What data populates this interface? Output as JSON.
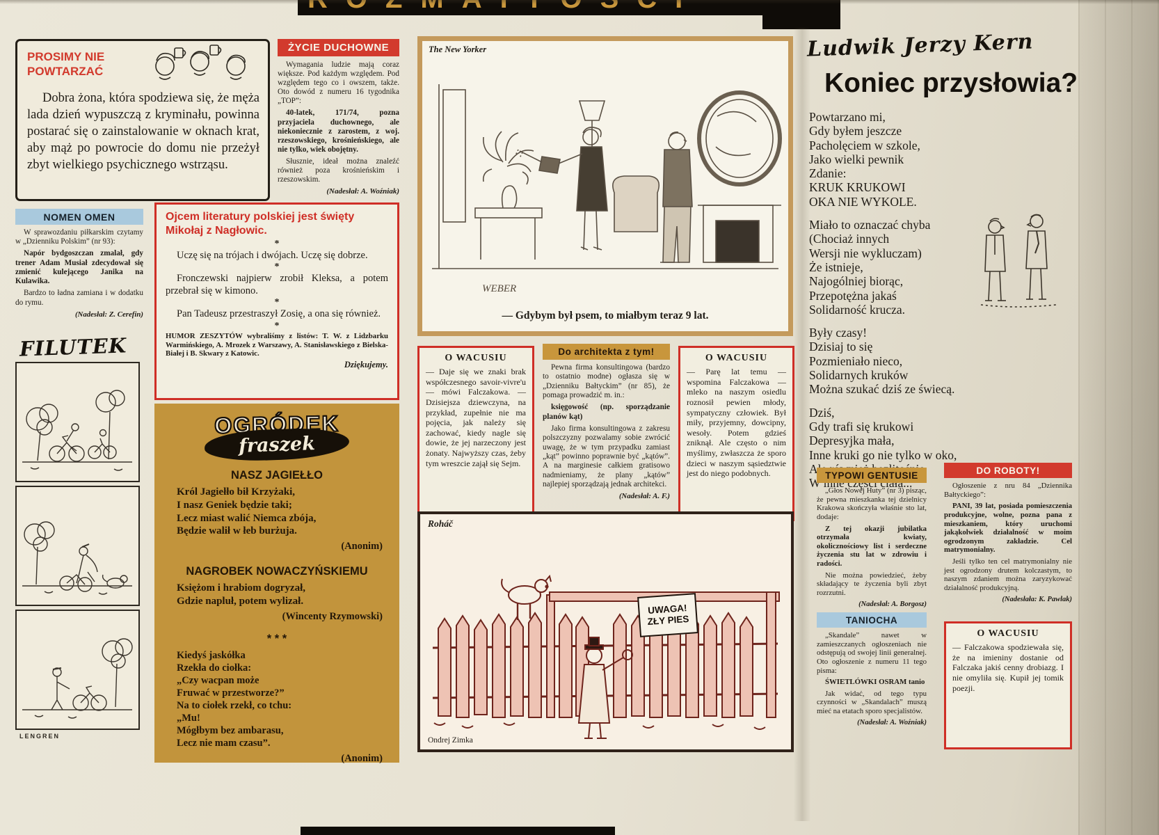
{
  "palette": {
    "red": "#d23a2d",
    "blue": "#a9c9dd",
    "gold": "#c8963c",
    "paper": "#e7e2d3",
    "fence_pink": "#eec3b4",
    "fence_line": "#6e241c"
  },
  "masthead": {
    "title": "ROZMAITOŚCI"
  },
  "prosimy": {
    "title1": "PROSIMY NIE",
    "title2": "POWTARZAĆ",
    "body": "Dobra żona, która spodziewa się, że męża lada dzień wypuszczą z kryminału, powinna postarać się o zainstalowanie w oknach krat, aby mąż po powrocie do domu nie przeżył zbyt wielkiego psychicznego wstrząsu."
  },
  "zycie": {
    "title": "ŻYCIE DUCHOWNE",
    "p1": "Wymagania ludzie mają coraz większe. Pod każdym względem. Pod względem tego co i owszem, także. Oto dowód z numeru 16 tygodnika „TOP”:",
    "p2": "40-latek, 171/74, pozna przyjaciela duchownego, ale niekoniecznie z zarostem, z woj. rzeszowskiego, krośnieńskiego, ale nie tylko, wiek obojętny.",
    "p3": "Słusznie, ideał można znaleźć również poza krośnieńskim i rzeszowskim.",
    "credit": "(Nadesłał: A. Woźniak)"
  },
  "newyorker": {
    "label": "The New Yorker",
    "caption": "— Gdybym był psem, to miałbym teraz 9 lat.",
    "artist": "WEBER"
  },
  "kern": {
    "byline": "Ludwik Jerzy Kern",
    "title": "Koniec przysłowia?",
    "stanzas": [
      [
        "Powtarzano mi,",
        "Gdy byłem jeszcze",
        "Pacholęciem w szkole,",
        "Jako wielki pewnik",
        "Zdanie:",
        "KRUK KRUKOWI",
        "OKA NIE WYKOLE."
      ],
      [
        "Miało to oznaczać chyba",
        "(Chociaż innych",
        "Wersji nie wykluczam)",
        "Że istnieje,",
        "Najogólniej biorąc,",
        "Przepotężna jakaś",
        "Solidarność krucza."
      ],
      [
        "Były czasy!",
        "Dzisiaj to się",
        "Pozmieniało nieco,",
        "Solidarnych kruków",
        "Można szukać dziś ze świecą."
      ],
      [
        "Dziś,",
        "Gdy trafi się krukowi",
        "Depresyjka mała,",
        "Inne kruki go nie tylko w oko,",
        "Ale również bezlitośnie",
        "W inne części ciała..."
      ]
    ]
  },
  "nomen": {
    "title": "NOMEN OMEN",
    "p1": "W sprawozdaniu piłkarskim czytamy w „Dzienniku Polskim” (nr 93):",
    "p2": "Napór bydgoszczan zmalał, gdy trener Adam Musiał zdecydował się zmienić kulejącego Janika na Kulawika.",
    "p3": "Bardzo to ładna zamiana i w dodatku do rymu.",
    "credit": "(Nadesłał: Z. Cerefin)"
  },
  "humor": {
    "lead": "Ojcem literatury polskiej jest święty Mikołaj z Nagłowic.",
    "separator": "*",
    "items": [
      "Uczę się na trójach i dwójach. Uczę się dobrze.",
      "Fronczewski najpierw zrobił Kleksa, a potem przebrał się w kimono.",
      "Pan Tadeusz przestraszył Zosię, a ona się również."
    ],
    "footer": "HUMOR ZESZYTÓW wybraliśmy z listów: T. W. z Lidzbarku Warmińskiego, A. Mrozek z Warszawy, A. Stanisławskiego z Bielska-Białej i B. Skwary z Katowic.",
    "thanks": "Dziękujemy."
  },
  "filutek": {
    "logo": "FILUTEK",
    "signature": "LENGREN"
  },
  "ogrodek": {
    "logo_top": "OGRÓDEK",
    "logo_bottom": "fraszek",
    "poems": [
      {
        "title": "NASZ JAGIEŁŁO",
        "lines": [
          "Król Jagiełło bił Krzyżaki,",
          "I nasz Geniek będzie taki;",
          "Lecz miast walić Niemca zbója,",
          "Będzie walił w łeb burżuja."
        ],
        "author": "(Anonim)"
      },
      {
        "title": "NAGROBEK  NOWACZYŃSKIEMU",
        "lines": [
          "Księżom i hrabiom dogryzał,",
          "Gdzie napluł, potem wylizał."
        ],
        "author": "(Wincenty Rzymowski)"
      },
      {
        "title": "*  *  *",
        "lines": [
          "Kiedyś jaskółka",
          "Rzekła do ciołka:",
          "„Czy wacpan może",
          "Fruwać w przestworze?”",
          "Na to ciołek rzekł, co tchu:",
          "„Mu!",
          "Mógłbym bez ambarasu,",
          "Lecz nie mam czasu”."
        ],
        "author": "(Anonim)"
      }
    ]
  },
  "wacus1": {
    "title": "O WACUSIU",
    "body": "— Daje się we znaki brak współczesnego savoir-vivre'u — mówi Falczakowa. — Dzisiejsza dziewczyna, na przykład, zupełnie nie ma pojęcia, jak należy się zachować, kiedy nagle się dowie, że jej narzeczony jest żonaty. Najwyższy czas, żeby tym wreszcie zajął się Sejm."
  },
  "architekt": {
    "title": "Do architekta z tym!",
    "p1": "Pewna firma konsultingowa (bardzo to ostatnio modne) ogłasza się w „Dzienniku Bałtyckim” (nr 85), że pomaga prowadzić m. in.:",
    "bold": "księgowość (np. sporządzanie planów kąt)",
    "p2": "Jako firma konsultingowa z zakresu polszczyzny pozwalamy sobie zwrócić uwagę, że w tym przypadku zamiast „kąt” powinno poprawnie być „kątów”. A na marginesie całkiem gratisowo nadmieniamy, że plany „kątów” najlepiej sporządzają jednak architekci.",
    "credit": "(Nadesłał: A. F.)"
  },
  "wacus2": {
    "title": "O WACUSIU",
    "body": "— Parę lat temu — wspomina Falczakowa — mleko na naszym osiedlu roznosił pewien młody, sympatyczny człowiek. Był miły, przyjemny, dowcipny, wesoły. Potem gdzieś zniknął. Ale często o nim myślimy, zwłaszcza że sporo dzieci w naszym sąsiedztwie jest do niego podobnych."
  },
  "zimka": {
    "label": "Roháč",
    "signature": "Ondrej Zimka",
    "sign_line1": "UWAGA!",
    "sign_line2": "ZŁY PIES"
  },
  "gentusie": {
    "title": "TYPOWI GENTUSIE",
    "p1": "„Głos Nowej Huty” (nr 3) pisząc, że pewna mieszkanka tej dzielnicy Krakowa skończyła właśnie sto lat, dodaje:",
    "bold": "Z tej okazji jubilatka otrzymała kwiaty, okolicznościowy list i serdeczne życzenia stu lat w zdrowiu i radości.",
    "p2": "Nie można powiedzieć, żeby składający te życzenia byli zbyt rozrzutni.",
    "credit": "(Nadesłał: A. Borgosz)"
  },
  "roboty": {
    "title": "DO ROBOTY!",
    "p1": "Ogłoszenie z nru 84 „Dziennika Bałtyckiego”:",
    "bold": "PANI, 39 lat, posiada pomieszczenia produkcyjne, wolne, pozna pana z mieszkaniem, który uruchomi jakąkolwiek działalność w moim ogrodzonym zakładzie. Cel matrymonialny.",
    "p2": "Jeśli tylko ten cel matrymonialny nie jest ogrodzony drutem kolczastym, to naszym zdaniem można zaryzykować działalność produkcyjną.",
    "credit": "(Nadesłała: K. Pawlak)"
  },
  "taniocha": {
    "title": "TANIOCHA",
    "p1": "„Skandale” nawet w zamieszczanych ogłoszeniach nie odstępują od swojej linii generalnej. Oto ogłoszenie z numeru 11 tego pisma:",
    "bold": "ŚWIETLÓWKI OSRAM tanio",
    "p2": "Jak widać, od tego typu czynności w „Skandalach” muszą mieć na etatach sporo specjalistów.",
    "credit": "(Nadesłał: A. Woźniak)"
  },
  "wacus3": {
    "title": "O WACUSIU",
    "body": "— Falczakowa spodziewała się, że na imieniny dostanie od Falczaka jakiś cenny drobiazg. I nie omyliła się. Kupił jej tomik poezji."
  }
}
